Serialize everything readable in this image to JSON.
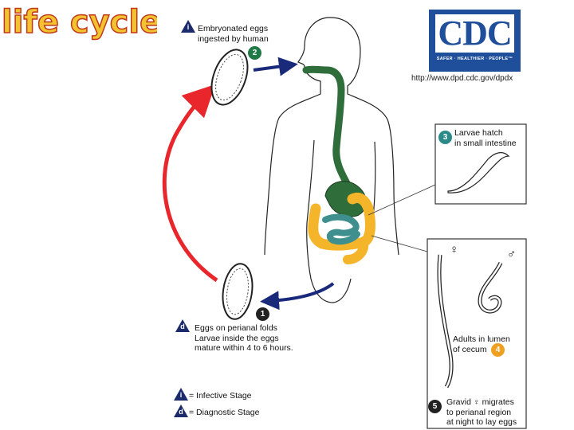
{
  "title": "life cycle",
  "logo": {
    "letters": "CDC",
    "tagline": "SAFER · HEALTHIER · PEOPLE™"
  },
  "url": "http://www.dpd.cdc.gov/dpdx",
  "stages": {
    "embryonated_eggs": {
      "badge": "i",
      "line1": "Embryonated eggs",
      "line2": "ingested by human"
    },
    "step2": "2",
    "larvae_hatch": {
      "badge": "3",
      "line1": "Larvae hatch",
      "line2": "in small intestine"
    },
    "adults": {
      "line1": "Adults in lumen",
      "line2": "of cecum",
      "badge": "4",
      "female": "♀",
      "male": "♂"
    },
    "gravid": {
      "badge": "5",
      "line1": "Gravid ♀ migrates",
      "line2": "to perianal region",
      "line3": "at night to lay eggs"
    },
    "eggs_perianal": {
      "badge_step": "1",
      "badge": "d",
      "line1": "Eggs on perianal folds",
      "line2": "Larvae inside the eggs",
      "line3": "mature within 4 to 6 hours."
    }
  },
  "legend": {
    "infective_badge": "i",
    "infective_label": "= Infective Stage",
    "diagnostic_badge": "d",
    "diagnostic_label": "= Diagnostic Stage"
  },
  "colors": {
    "title_fill": "#f2c230",
    "title_stroke": "#c03a1a",
    "cycle_arrow": "#e8262b",
    "flow_arrow": "#1a2a7a",
    "stage_green": "#1f7a45",
    "stage_teal": "#2a8a8a",
    "stage_orange": "#f0a020",
    "digestive_green": "#2f6e3a",
    "colon_orange": "#f5b52a",
    "intestine_teal": "#3f8f8f",
    "cdc_blue": "#1f4e9a"
  }
}
